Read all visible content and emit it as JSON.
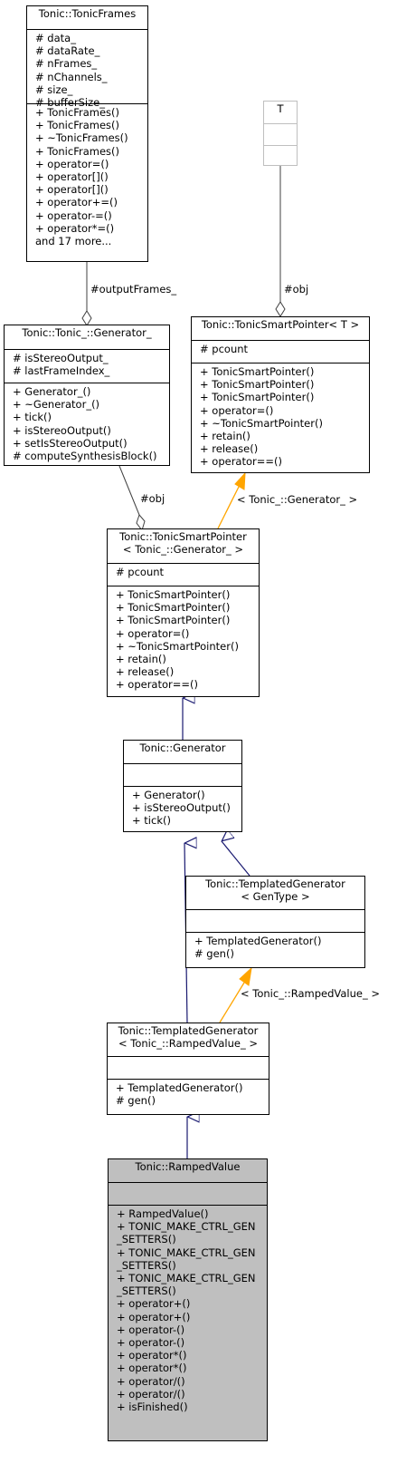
{
  "classes": {
    "tonicframes": {
      "title": [
        "Tonic::TonicFrames"
      ],
      "attributes": [
        "# data_",
        "# dataRate_",
        "# nFrames_",
        "# nChannels_",
        "# size_",
        "# bufferSize_"
      ],
      "methods": [
        "+ TonicFrames()",
        "+ TonicFrames()",
        "+ ~TonicFrames()",
        "+ TonicFrames()",
        "+ operator=()",
        "+ operator[]()",
        "+ operator[]()",
        "+ operator+=()",
        "+ operator-=()",
        "+ operator*=()",
        "and 17 more..."
      ]
    },
    "t": {
      "title": [
        "T"
      ],
      "attributes": [],
      "methods": []
    },
    "generator_": {
      "title": [
        "Tonic::Tonic_::Generator_"
      ],
      "attributes": [
        "# isStereoOutput_",
        "# lastFrameIndex_"
      ],
      "methods": [
        "+ Generator_()",
        "+ ~Generator_()",
        "+ tick()",
        "+ isStereoOutput()",
        "+ setIsStereoOutput()",
        "# computeSynthesisBlock()"
      ]
    },
    "smartpointer_t": {
      "title": [
        "Tonic::TonicSmartPointer< T >"
      ],
      "attributes": [
        "# pcount"
      ],
      "methods": [
        "+ TonicSmartPointer()",
        "+ TonicSmartPointer()",
        "+ TonicSmartPointer()",
        "+ operator=()",
        "+ ~TonicSmartPointer()",
        "+ retain()",
        "+ release()",
        "+ operator==()"
      ]
    },
    "smartpointer_gen": {
      "title": [
        "Tonic::TonicSmartPointer",
        "< Tonic_::Generator_ >"
      ],
      "attributes": [
        "# pcount"
      ],
      "methods": [
        "+ TonicSmartPointer()",
        "+ TonicSmartPointer()",
        "+ TonicSmartPointer()",
        "+ operator=()",
        "+ ~TonicSmartPointer()",
        "+ retain()",
        "+ release()",
        "+ operator==()"
      ]
    },
    "generator": {
      "title": [
        "Tonic::Generator"
      ],
      "attributes": [],
      "methods": [
        "+ Generator()",
        "+ isStereoOutput()",
        "+ tick()"
      ]
    },
    "templated_gentype": {
      "title": [
        "Tonic::TemplatedGenerator",
        "< GenType >"
      ],
      "attributes": [],
      "methods": [
        "+ TemplatedGenerator()",
        "# gen()"
      ]
    },
    "templated_ramped": {
      "title": [
        "Tonic::TemplatedGenerator",
        "< Tonic_::RampedValue_ >"
      ],
      "attributes": [],
      "methods": [
        "+ TemplatedGenerator()",
        "# gen()"
      ]
    },
    "rampedvalue": {
      "title": [
        "Tonic::RampedValue"
      ],
      "attributes": [],
      "methods": [
        "+ RampedValue()",
        "+ TONIC_MAKE_CTRL_GEN",
        "_SETTERS()",
        "+ TONIC_MAKE_CTRL_GEN",
        "_SETTERS()",
        "+ TONIC_MAKE_CTRL_GEN",
        "_SETTERS()",
        "+ operator+()",
        "+ operator+()",
        "+ operator-()",
        "+ operator-()",
        "+ operator*()",
        "+ operator*()",
        "+ operator/()",
        "+ operator/()",
        "+ isFinished()"
      ]
    }
  },
  "edge_labels": {
    "output_frames": "#outputFrames_",
    "obj_t": "#obj",
    "obj_gen": "#obj",
    "bind_generator": "< Tonic_::Generator_ >",
    "bind_ramped": "< Tonic_::RampedValue_ >"
  },
  "colors": {
    "composition": "#404040",
    "inheritance": "#191970",
    "template_instance": "#ffa500",
    "highlight_fill": "#bfbfbf",
    "empty_class_border": "#bfbfbf"
  }
}
